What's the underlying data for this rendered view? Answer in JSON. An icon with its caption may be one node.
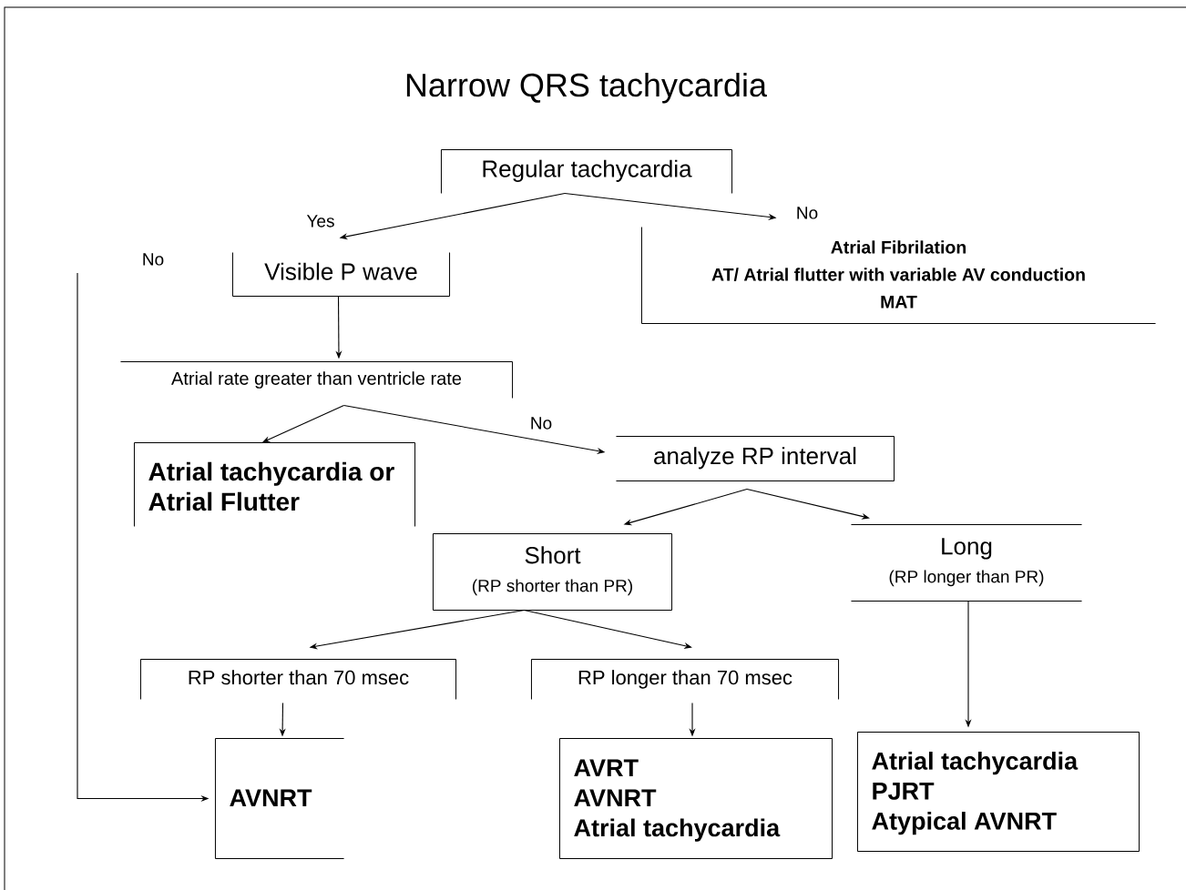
{
  "diagram": {
    "title": "Narrow QRS tachycardia",
    "nodes": [
      {
        "text": [
          "Regular tachycardia"
        ]
      },
      {
        "text": [
          "Visible P wave"
        ]
      },
      {
        "text": [
          "Atrial Fibrilation",
          "AT/ Atrial flutter with variable AV conduction",
          "MAT"
        ]
      },
      {
        "text": [
          "Atrial rate greater than ventricle rate"
        ]
      },
      {
        "text": [
          "Atrial tachycardia or Atrial Flutter"
        ]
      },
      {
        "text": [
          "analyze RP interval"
        ]
      },
      {
        "text": [
          "Short",
          "(RP shorter than PR)"
        ]
      },
      {
        "text": [
          "Long",
          "(RP longer than PR)"
        ]
      },
      {
        "text": [
          "RP shorter than 70 msec"
        ]
      },
      {
        "text": [
          "RP longer than 70 msec"
        ]
      },
      {
        "text": [
          "AVNRT"
        ]
      },
      {
        "text": [
          "AVRT",
          "AVNRT",
          "Atrial tachycardia"
        ]
      },
      {
        "text": [
          "Atrial tachycardia",
          "PJRT",
          "Atypical AVNRT"
        ]
      }
    ],
    "edges": [
      {
        "from": 0,
        "to": 1,
        "arrow": "to",
        "label": "Yes"
      },
      {
        "from": 0,
        "to": 2,
        "arrow": "to",
        "label": "No"
      },
      {
        "from": 1,
        "to": 3,
        "arrow": "to"
      },
      {
        "from": 3,
        "to": 4,
        "arrow": "to"
      },
      {
        "from": 3,
        "to": 5,
        "arrow": "to",
        "label": "No"
      },
      {
        "from": 5,
        "to": 6,
        "arrow": "to"
      },
      {
        "from": 5,
        "to": 7,
        "arrow": "to"
      },
      {
        "from": 6,
        "to": 8,
        "arrow": "to"
      },
      {
        "from": 6,
        "to": 9,
        "arrow": "to"
      },
      {
        "from": 8,
        "to": 10,
        "arrow": "to"
      },
      {
        "from": 9,
        "to": 11,
        "arrow": "to"
      },
      {
        "from": 7,
        "to": 12,
        "arrow": "to"
      },
      {
        "from": null,
        "to": 10,
        "arrow": "to",
        "label": "No"
      }
    ]
  }
}
